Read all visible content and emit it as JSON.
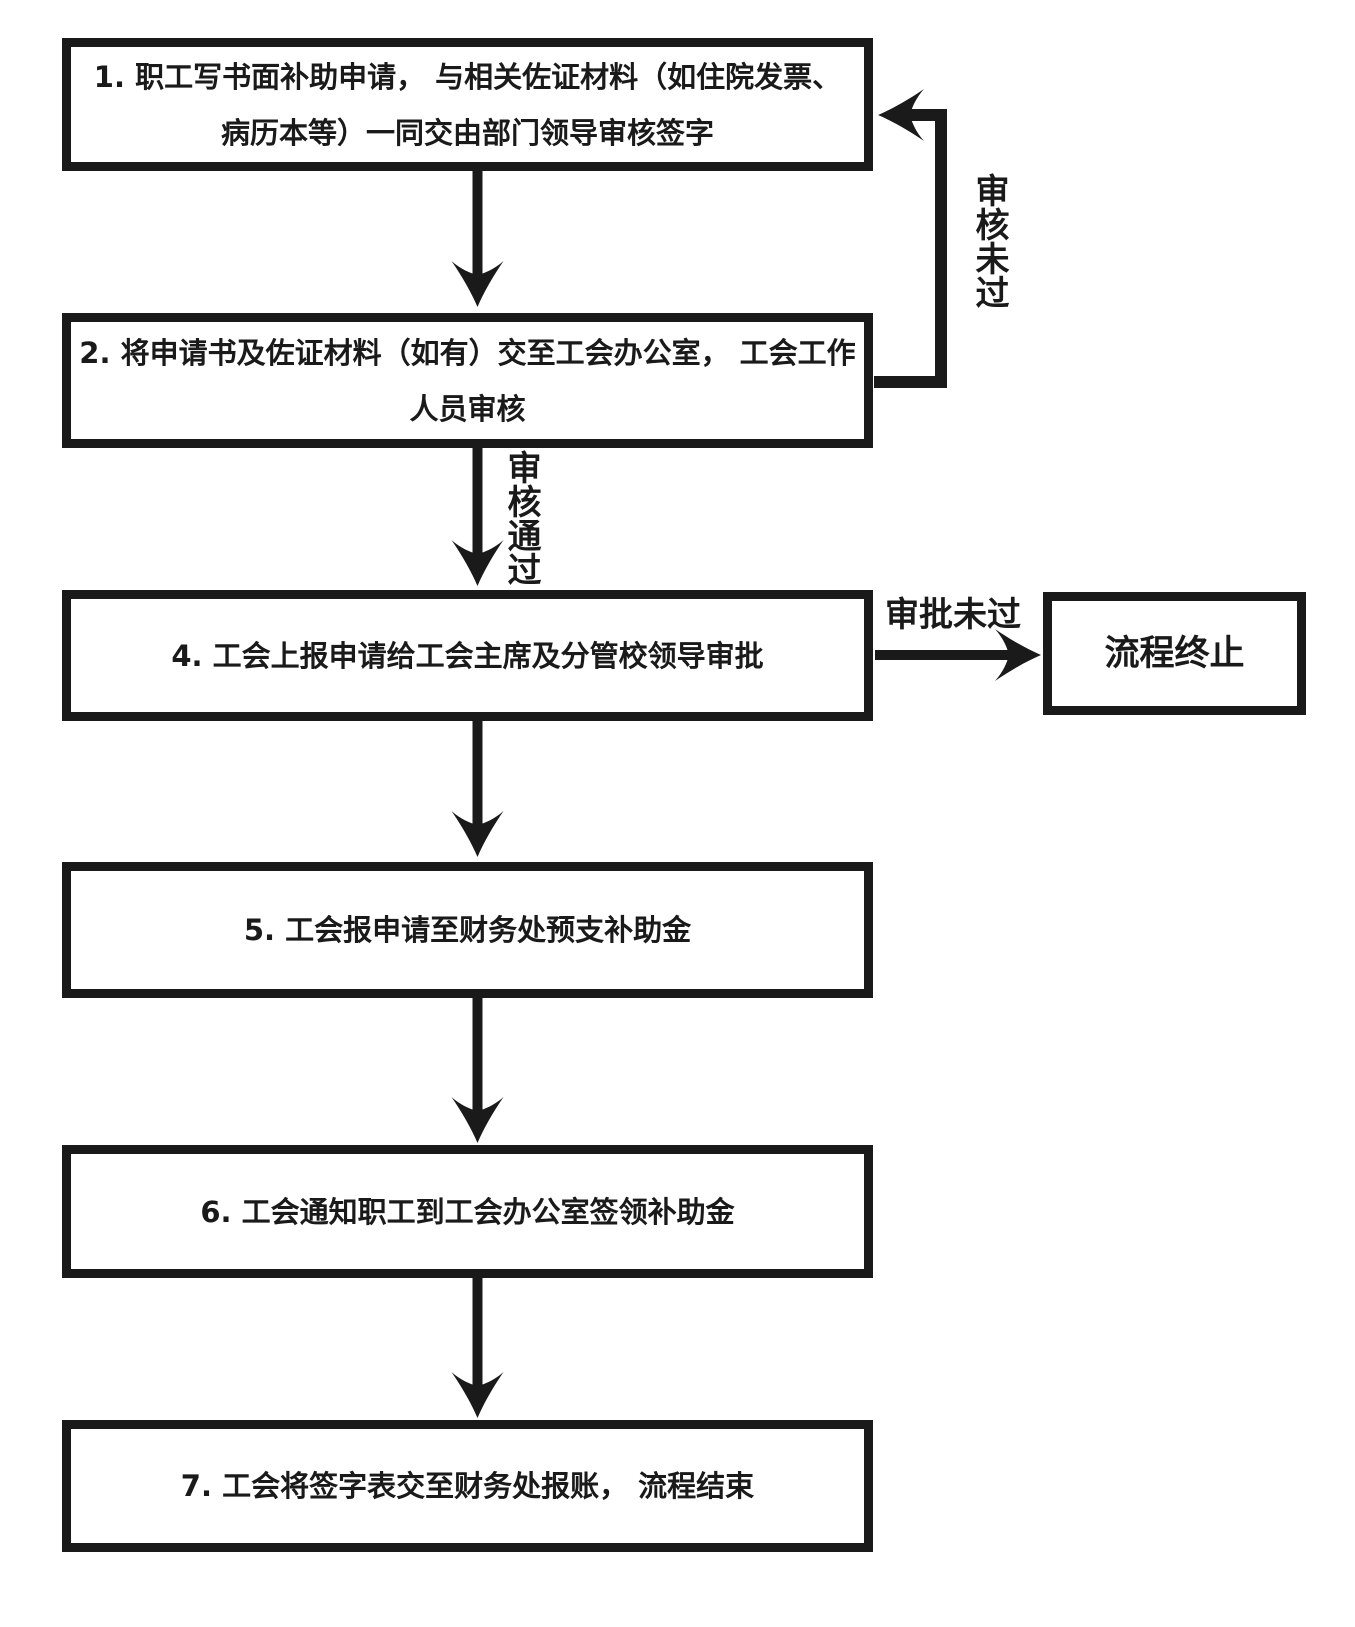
{
  "diagram": {
    "type": "flowchart",
    "nodes": [
      {
        "id": "step-1",
        "lines": [
          "1. 职工写书面补助申请， 与相关佐证材料（如住院发票、",
          "病历本等）一同交由部门领导审核签字"
        ]
      },
      {
        "id": "step-2",
        "lines": [
          "2. 将申请书及佐证材料（如有）交至工会办公室， 工会工作",
          "人员审核"
        ]
      },
      {
        "id": "step-4",
        "lines": [
          "4. 工会上报申请给工会主席及分管校领导审批"
        ]
      },
      {
        "id": "end-terminate",
        "lines": [
          "流程终止"
        ]
      },
      {
        "id": "step-5",
        "lines": [
          "5. 工会报申请至财务处预支补助金"
        ]
      },
      {
        "id": "step-6",
        "lines": [
          "6. 工会通知职工到工会办公室签领补助金"
        ]
      },
      {
        "id": "step-7",
        "lines": [
          "7. 工会将签字表交至财务处报账， 流程结束"
        ]
      }
    ],
    "edge_labels": {
      "review_not_passed": "审核未过",
      "review_passed": "审核通过",
      "approval_not_passed": "审批未过"
    },
    "colors": {
      "line": "#1a1a1a",
      "text": "#1a1a1a",
      "background": "#ffffff"
    }
  }
}
